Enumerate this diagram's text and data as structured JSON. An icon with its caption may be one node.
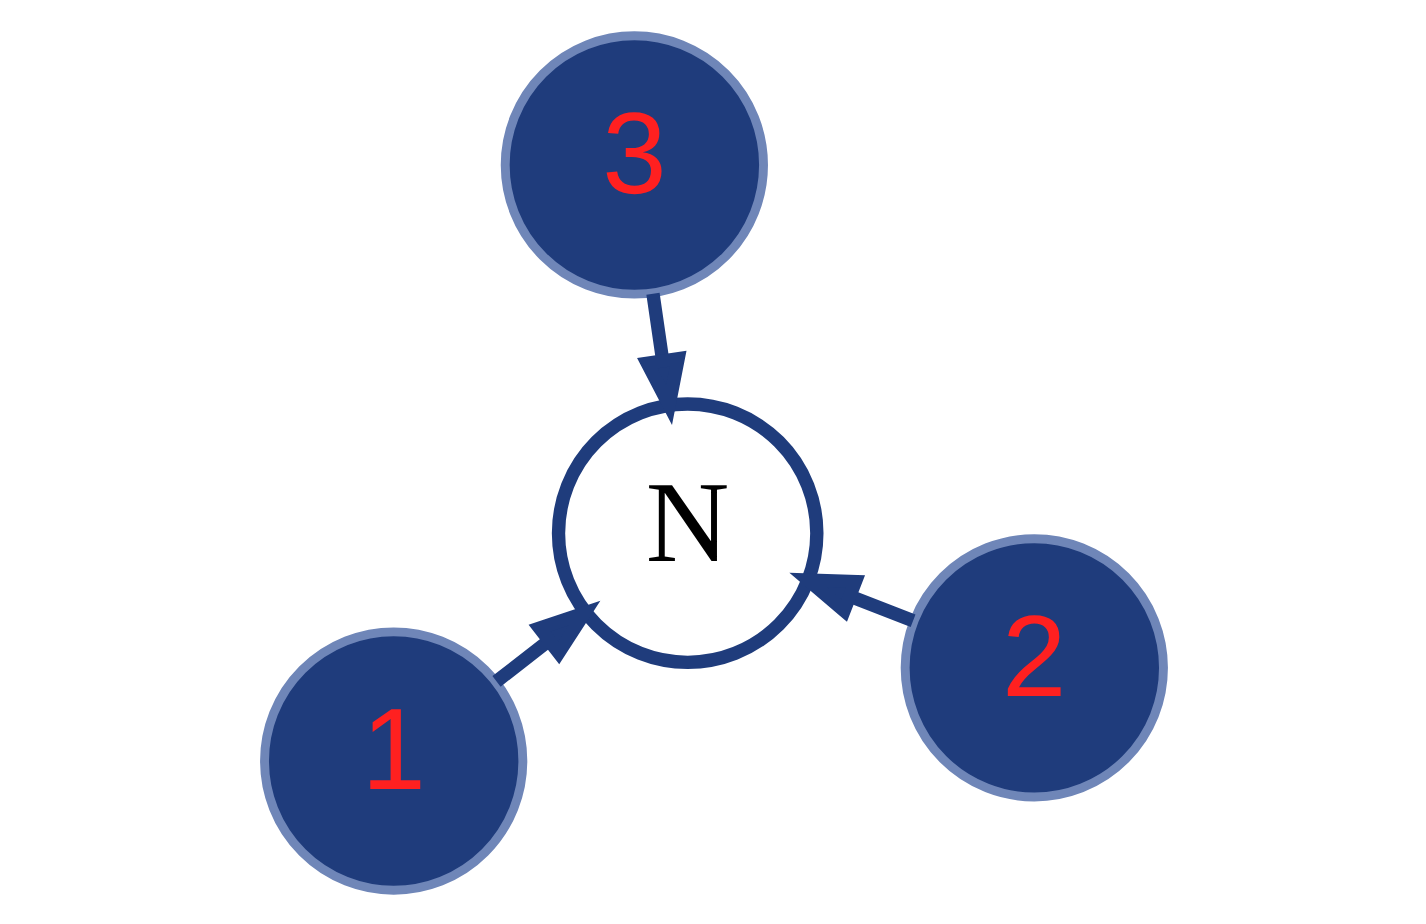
{
  "diagram": {
    "nodes": [
      {
        "text": [
          "1"
        ]
      },
      {
        "text": [
          "2"
        ]
      },
      {
        "text": [
          "N"
        ]
      },
      {
        "text": [
          "3"
        ]
      }
    ],
    "edges": [
      {
        "from": 0,
        "to": 2,
        "arrow": "to"
      },
      {
        "from": 1,
        "to": 2,
        "arrow": "to"
      },
      {
        "from": 3,
        "to": 2,
        "arrow": "to"
      }
    ]
  }
}
